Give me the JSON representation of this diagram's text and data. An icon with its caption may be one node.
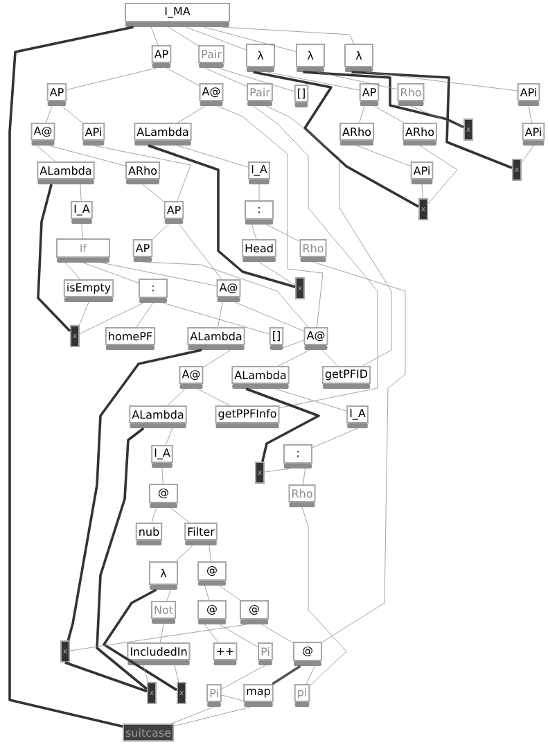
{
  "diagram": {
    "nodes": [
      {
        "text": [
          "I_MA"
        ]
      },
      {
        "text": [
          "AP"
        ]
      },
      {
        "text": [
          "Pair"
        ]
      },
      {
        "text": [
          "λ"
        ]
      },
      {
        "text": [
          "λ"
        ]
      },
      {
        "text": [
          "λ"
        ]
      },
      {
        "text": [
          "AP"
        ]
      },
      {
        "text": [
          "A@"
        ]
      },
      {
        "text": [
          "Pair"
        ]
      },
      {
        "text": [
          "[]"
        ]
      },
      {
        "text": [
          "AP"
        ]
      },
      {
        "text": [
          "Rho"
        ]
      },
      {
        "text": [
          "APi"
        ]
      },
      {
        "text": [
          "A@"
        ]
      },
      {
        "text": [
          "APi"
        ]
      },
      {
        "text": [
          "ALambda"
        ]
      },
      {
        "text": [
          "ARho"
        ]
      },
      {
        "text": [
          "ARho"
        ]
      },
      {
        "text": [
          "x"
        ]
      },
      {
        "text": [
          "APi"
        ]
      },
      {
        "text": [
          "ALambda"
        ]
      },
      {
        "text": [
          "ARho"
        ]
      },
      {
        "text": [
          "I_A"
        ]
      },
      {
        "text": [
          "APi"
        ]
      },
      {
        "text": [
          "x"
        ]
      },
      {
        "text": [
          "I_A"
        ]
      },
      {
        "text": [
          "AP"
        ]
      },
      {
        "text": [
          ":"
        ]
      },
      {
        "text": [
          "x"
        ]
      },
      {
        "text": [
          "If"
        ]
      },
      {
        "text": [
          "AP"
        ]
      },
      {
        "text": [
          "Head"
        ]
      },
      {
        "text": [
          "Rho"
        ]
      },
      {
        "text": [
          "isEmpty"
        ]
      },
      {
        "text": [
          ":"
        ]
      },
      {
        "text": [
          "A@"
        ]
      },
      {
        "text": [
          "x"
        ]
      },
      {
        "text": [
          "x"
        ]
      },
      {
        "text": [
          "homePF"
        ]
      },
      {
        "text": [
          "ALambda"
        ]
      },
      {
        "text": [
          "[]"
        ]
      },
      {
        "text": [
          "A@"
        ]
      },
      {
        "text": [
          "A@"
        ]
      },
      {
        "text": [
          "ALambda"
        ]
      },
      {
        "text": [
          "getPFID"
        ]
      },
      {
        "text": [
          "ALambda"
        ]
      },
      {
        "text": [
          "getPPFInfo"
        ]
      },
      {
        "text": [
          "I_A"
        ]
      },
      {
        "text": [
          "I_A"
        ]
      },
      {
        "text": [
          ":"
        ]
      },
      {
        "text": [
          "x"
        ]
      },
      {
        "text": [
          "@"
        ]
      },
      {
        "text": [
          "Rho"
        ]
      },
      {
        "text": [
          "nub"
        ]
      },
      {
        "text": [
          "Filter"
        ]
      },
      {
        "text": [
          "λ"
        ]
      },
      {
        "text": [
          "@"
        ]
      },
      {
        "text": [
          "Not"
        ]
      },
      {
        "text": [
          "@"
        ]
      },
      {
        "text": [
          "@"
        ]
      },
      {
        "text": [
          "x"
        ]
      },
      {
        "text": [
          "IncludedIn"
        ]
      },
      {
        "text": [
          "++"
        ]
      },
      {
        "text": [
          "Pi"
        ]
      },
      {
        "text": [
          "@"
        ]
      },
      {
        "text": [
          "x"
        ]
      },
      {
        "text": [
          "x"
        ]
      },
      {
        "text": [
          "Pi"
        ]
      },
      {
        "text": [
          "map"
        ]
      },
      {
        "text": [
          "pi"
        ]
      },
      {
        "text": [
          "suitcase"
        ]
      }
    ],
    "edges": [
      {
        "from": 0,
        "to": 70,
        "arrow": "none",
        "style": "thick",
        "color": "#333333"
      },
      {
        "from": 0,
        "to": 1,
        "arrow": "none"
      },
      {
        "from": 0,
        "to": 2,
        "arrow": "none"
      },
      {
        "from": 0,
        "to": 3,
        "arrow": "none"
      },
      {
        "from": 0,
        "to": 4,
        "arrow": "none"
      },
      {
        "from": 0,
        "to": 5,
        "arrow": "none"
      },
      {
        "from": 1,
        "to": 6,
        "arrow": "none"
      },
      {
        "from": 1,
        "to": 7,
        "arrow": "none"
      },
      {
        "from": 2,
        "to": 8,
        "arrow": "none"
      },
      {
        "from": 2,
        "to": 9,
        "arrow": "none"
      },
      {
        "from": 3,
        "to": 28,
        "arrow": "none",
        "style": "thick",
        "color": "#333333"
      },
      {
        "from": 3,
        "to": 10,
        "arrow": "none"
      },
      {
        "from": 4,
        "to": 18,
        "arrow": "none",
        "style": "thick",
        "color": "#333333"
      },
      {
        "from": 4,
        "to": 11,
        "arrow": "none"
      },
      {
        "from": 5,
        "to": 24,
        "arrow": "none",
        "style": "thick",
        "color": "#333333"
      },
      {
        "from": 5,
        "to": 12,
        "arrow": "none"
      },
      {
        "from": 6,
        "to": 13,
        "arrow": "none"
      },
      {
        "from": 6,
        "to": 14,
        "arrow": "none"
      },
      {
        "from": 7,
        "to": 15,
        "arrow": "none"
      },
      {
        "from": 7,
        "to": 41,
        "arrow": "none"
      },
      {
        "from": 8,
        "to": 46,
        "arrow": "none"
      },
      {
        "from": 8,
        "to": 44,
        "arrow": "none"
      },
      {
        "from": 10,
        "to": 16,
        "arrow": "none"
      },
      {
        "from": 10,
        "to": 17,
        "arrow": "none"
      },
      {
        "from": 11,
        "to": 18,
        "arrow": "none"
      },
      {
        "from": 12,
        "to": 19,
        "arrow": "none"
      },
      {
        "from": 13,
        "to": 20,
        "arrow": "none"
      },
      {
        "from": 13,
        "to": 21,
        "arrow": "none"
      },
      {
        "from": 14,
        "to": 26,
        "arrow": "none"
      },
      {
        "from": 15,
        "to": 36,
        "arrow": "none",
        "style": "thick",
        "color": "#333333"
      },
      {
        "from": 15,
        "to": 22,
        "arrow": "none"
      },
      {
        "from": 16,
        "to": 23,
        "arrow": "none"
      },
      {
        "from": 17,
        "to": 28,
        "arrow": "none"
      },
      {
        "from": 19,
        "to": 24,
        "arrow": "none"
      },
      {
        "from": 20,
        "to": 37,
        "arrow": "none",
        "style": "thick",
        "color": "#333333"
      },
      {
        "from": 20,
        "to": 25,
        "arrow": "none"
      },
      {
        "from": 21,
        "to": 26,
        "arrow": "none"
      },
      {
        "from": 22,
        "to": 27,
        "arrow": "none"
      },
      {
        "from": 23,
        "to": 28,
        "arrow": "none"
      },
      {
        "from": 25,
        "to": 29,
        "arrow": "none"
      },
      {
        "from": 26,
        "to": 30,
        "arrow": "none"
      },
      {
        "from": 26,
        "to": 35,
        "arrow": "none"
      },
      {
        "from": 27,
        "to": 31,
        "arrow": "none"
      },
      {
        "from": 27,
        "to": 32,
        "arrow": "none"
      },
      {
        "from": 29,
        "to": 33,
        "arrow": "none"
      },
      {
        "from": 29,
        "to": 34,
        "arrow": "none"
      },
      {
        "from": 29,
        "to": 35,
        "arrow": "none"
      },
      {
        "from": 30,
        "to": 41,
        "arrow": "none"
      },
      {
        "from": 31,
        "to": 36,
        "arrow": "none"
      },
      {
        "from": 32,
        "to": 64,
        "arrow": "none"
      },
      {
        "from": 33,
        "to": 37,
        "arrow": "none"
      },
      {
        "from": 34,
        "to": 38,
        "arrow": "none"
      },
      {
        "from": 34,
        "to": 37,
        "arrow": "none"
      },
      {
        "from": 34,
        "to": 40,
        "arrow": "none"
      },
      {
        "from": 35,
        "to": 39,
        "arrow": "none"
      },
      {
        "from": 35,
        "to": 41,
        "arrow": "none"
      },
      {
        "from": 39,
        "to": 60,
        "arrow": "none",
        "style": "thick",
        "color": "#333333"
      },
      {
        "from": 39,
        "to": 42,
        "arrow": "none"
      },
      {
        "from": 40,
        "to": 41,
        "arrow": "none"
      },
      {
        "from": 41,
        "to": 43,
        "arrow": "none"
      },
      {
        "from": 41,
        "to": 44,
        "arrow": "none"
      },
      {
        "from": 42,
        "to": 45,
        "arrow": "none"
      },
      {
        "from": 42,
        "to": 46,
        "arrow": "none"
      },
      {
        "from": 43,
        "to": 50,
        "arrow": "none",
        "style": "thick",
        "color": "#333333"
      },
      {
        "from": 43,
        "to": 47,
        "arrow": "none"
      },
      {
        "from": 45,
        "to": 65,
        "arrow": "none",
        "style": "thick",
        "color": "#333333"
      },
      {
        "from": 45,
        "to": 48,
        "arrow": "none"
      },
      {
        "from": 47,
        "to": 49,
        "arrow": "none"
      },
      {
        "from": 48,
        "to": 51,
        "arrow": "none"
      },
      {
        "from": 49,
        "to": 50,
        "arrow": "none"
      },
      {
        "from": 49,
        "to": 52,
        "arrow": "none"
      },
      {
        "from": 52,
        "to": 69,
        "arrow": "none"
      },
      {
        "from": 51,
        "to": 53,
        "arrow": "none"
      },
      {
        "from": 51,
        "to": 54,
        "arrow": "none"
      },
      {
        "from": 54,
        "to": 55,
        "arrow": "none"
      },
      {
        "from": 54,
        "to": 56,
        "arrow": "none"
      },
      {
        "from": 55,
        "to": 66,
        "arrow": "none",
        "style": "thick",
        "color": "#333333"
      },
      {
        "from": 55,
        "to": 57,
        "arrow": "none"
      },
      {
        "from": 56,
        "to": 58,
        "arrow": "none"
      },
      {
        "from": 56,
        "to": 59,
        "arrow": "none"
      },
      {
        "from": 57,
        "to": 61,
        "arrow": "none"
      },
      {
        "from": 58,
        "to": 62,
        "arrow": "none"
      },
      {
        "from": 58,
        "to": 63,
        "arrow": "none"
      },
      {
        "from": 59,
        "to": 60,
        "arrow": "none"
      },
      {
        "from": 59,
        "to": 64,
        "arrow": "none"
      },
      {
        "from": 60,
        "to": 65,
        "arrow": "none",
        "style": "thick",
        "color": "#333333"
      },
      {
        "from": 61,
        "to": 65,
        "arrow": "none"
      },
      {
        "from": 61,
        "to": 66,
        "arrow": "none"
      },
      {
        "from": 63,
        "to": 67,
        "arrow": "none"
      },
      {
        "from": 64,
        "to": 68,
        "arrow": "none",
        "style": "thick",
        "color": "#555555"
      },
      {
        "from": 64,
        "to": 69,
        "arrow": "none"
      },
      {
        "from": 68,
        "to": 67,
        "arrow": "none"
      },
      {
        "from": 67,
        "to": 70,
        "arrow": "none"
      },
      {
        "from": 68,
        "to": 70,
        "arrow": "none"
      }
    ]
  }
}
